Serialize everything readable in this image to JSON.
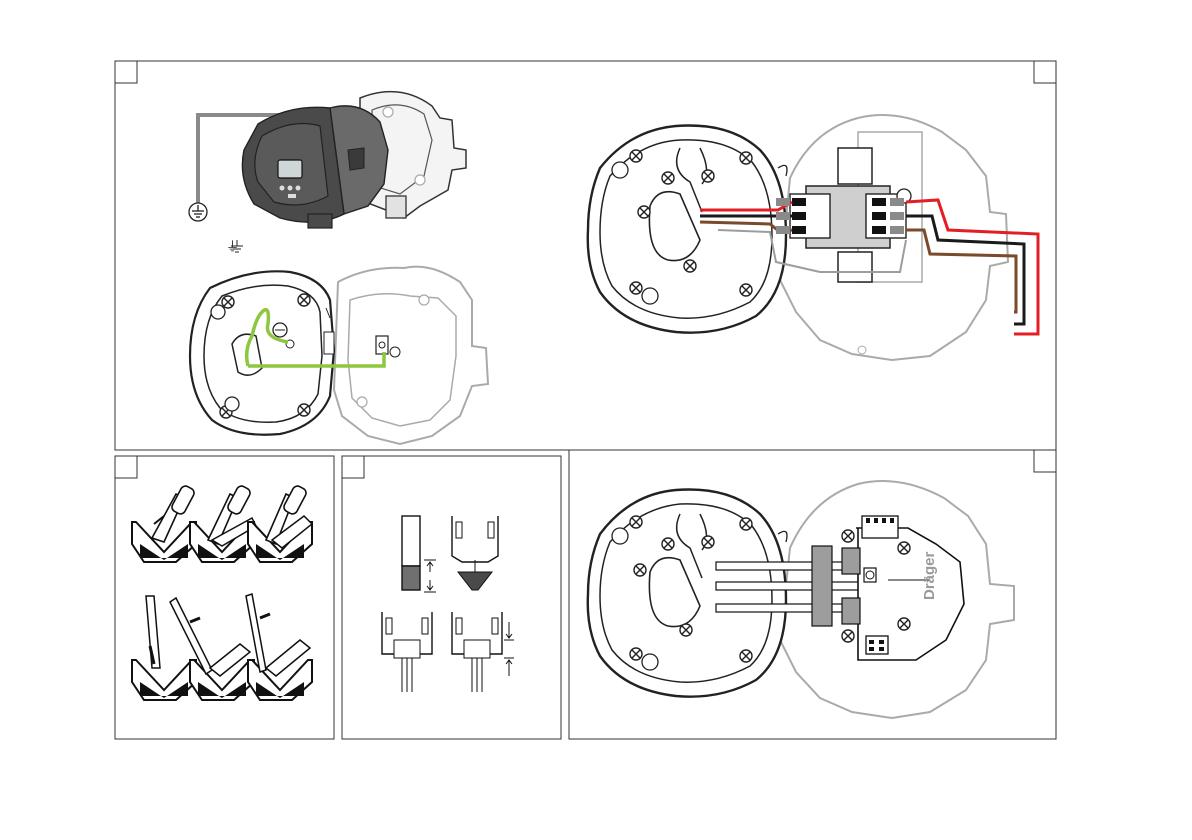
{
  "figure": {
    "panels": [
      {
        "id": "panel-earth-bonding",
        "marker_label": ""
      },
      {
        "id": "panel-terminal-wiring",
        "marker_label": ""
      },
      {
        "id": "panel-spring-terminal-operation",
        "marker_label": ""
      },
      {
        "id": "panel-cable-stripping",
        "marker_label": ""
      },
      {
        "id": "panel-module-installed",
        "marker_label": ""
      }
    ],
    "ground_symbol_note": "⏚",
    "brand_text": "Dräger",
    "wire_colors": {
      "earth": "#8dc63f",
      "red": "#e31e24",
      "black": "#1a1a1a",
      "brown": "#7a4a2a",
      "grey": "#9d9d9d"
    }
  }
}
